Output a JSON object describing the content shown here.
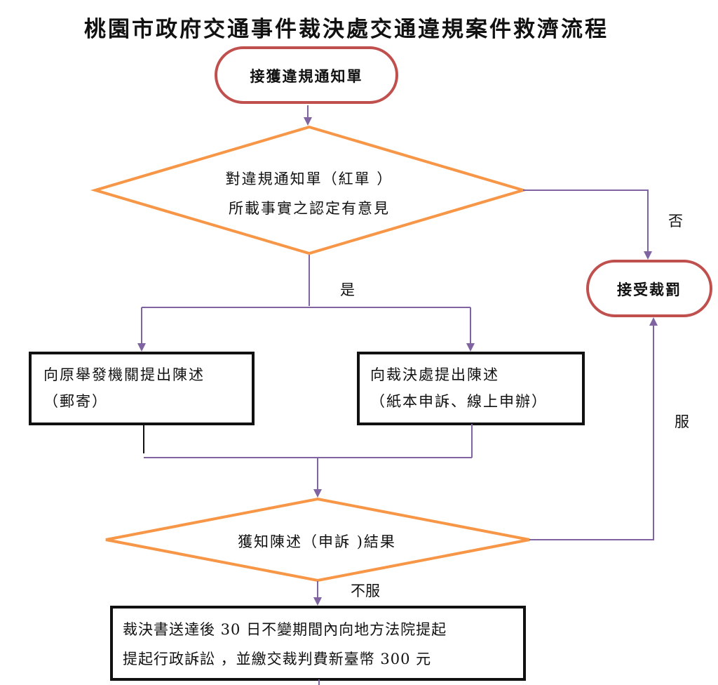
{
  "title": "桃園市政府交通事件裁決處交通違規案件救濟流程",
  "nodes": {
    "start": "接獲違規通知單",
    "decision1": {
      "line1": "對違規通知單（紅單 ）",
      "line2": "所載事實之認定有意見"
    },
    "accept": "接受裁罰",
    "box_left": {
      "line1": "向原舉發機關提出陳述",
      "line2": "（郵寄）"
    },
    "box_right": {
      "line1": "向裁決處提出陳述",
      "line2": "（紙本申訴、線上申辦）"
    },
    "decision2": "獲知陳述（申訴 )結果",
    "final": {
      "line1": "裁決書送達後 30 日不變期間內向地方法院提起",
      "line2": "提起行政訴訟 ，並繳交裁判費新臺幣 300 元"
    }
  },
  "edge_labels": {
    "no": "否",
    "yes": "是",
    "accept_result": "服",
    "reject_result": "不服"
  },
  "colors": {
    "terminal_border": "#c0504d",
    "decision_border": "#f79646",
    "arrow": "#8064a2",
    "box_border": "#111111"
  }
}
